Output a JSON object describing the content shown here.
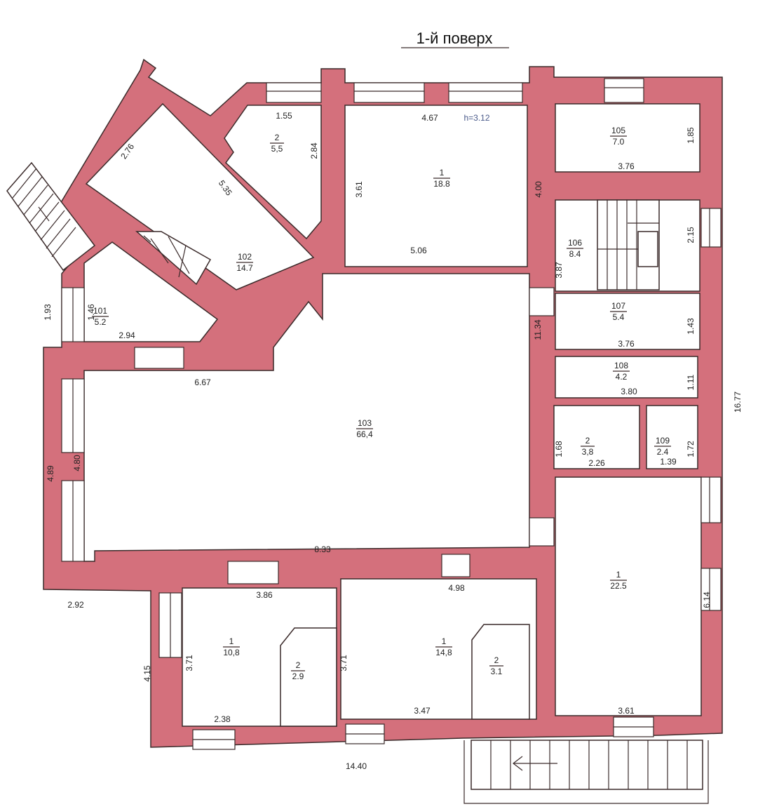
{
  "title": "1-й поверх",
  "ceiling_height": "h=3.12",
  "colors": {
    "wall": "#d4707c",
    "room": "#ffffff",
    "line": "#3a2a2a"
  },
  "rooms": [
    {
      "number": "2",
      "area": "5,5"
    },
    {
      "number": "1",
      "area": "18.8"
    },
    {
      "number": "105",
      "area": "7.0"
    },
    {
      "number": "106",
      "area": "8.4"
    },
    {
      "number": "102",
      "area": "14.7"
    },
    {
      "number": "101",
      "area": "5.2"
    },
    {
      "number": "107",
      "area": "5.4"
    },
    {
      "number": "108",
      "area": "4.2"
    },
    {
      "number": "103",
      "area": "66,4"
    },
    {
      "number": "2",
      "area": "3,8"
    },
    {
      "number": "109",
      "area": "2.4"
    },
    {
      "number": "1",
      "area": "22.5"
    },
    {
      "number": "1",
      "area": "10,8"
    },
    {
      "number": "2",
      "area": "2.9"
    },
    {
      "number": "1",
      "area": "14,8"
    },
    {
      "number": "2",
      "area": "3.1"
    }
  ],
  "dimensions": [
    "1.55",
    "2.76",
    "5.35",
    "2.84",
    "3.61",
    "4.67",
    "4.00",
    "5.06",
    "1.93",
    "1.46",
    "2.94",
    "6.67",
    "11.34",
    "1.85",
    "3.76",
    "2.15",
    "3.87",
    "1.43",
    "3.76",
    "1.11",
    "3.80",
    "16.77",
    "1.68",
    "2.26",
    "1.72",
    "1.39",
    "4.89",
    "4.80",
    "8.33",
    "3.86",
    "4.98",
    "2.92",
    "6.14",
    "3.71",
    "4.15",
    "2.38",
    "3.71",
    "3.47",
    "3.61",
    "14.40"
  ]
}
